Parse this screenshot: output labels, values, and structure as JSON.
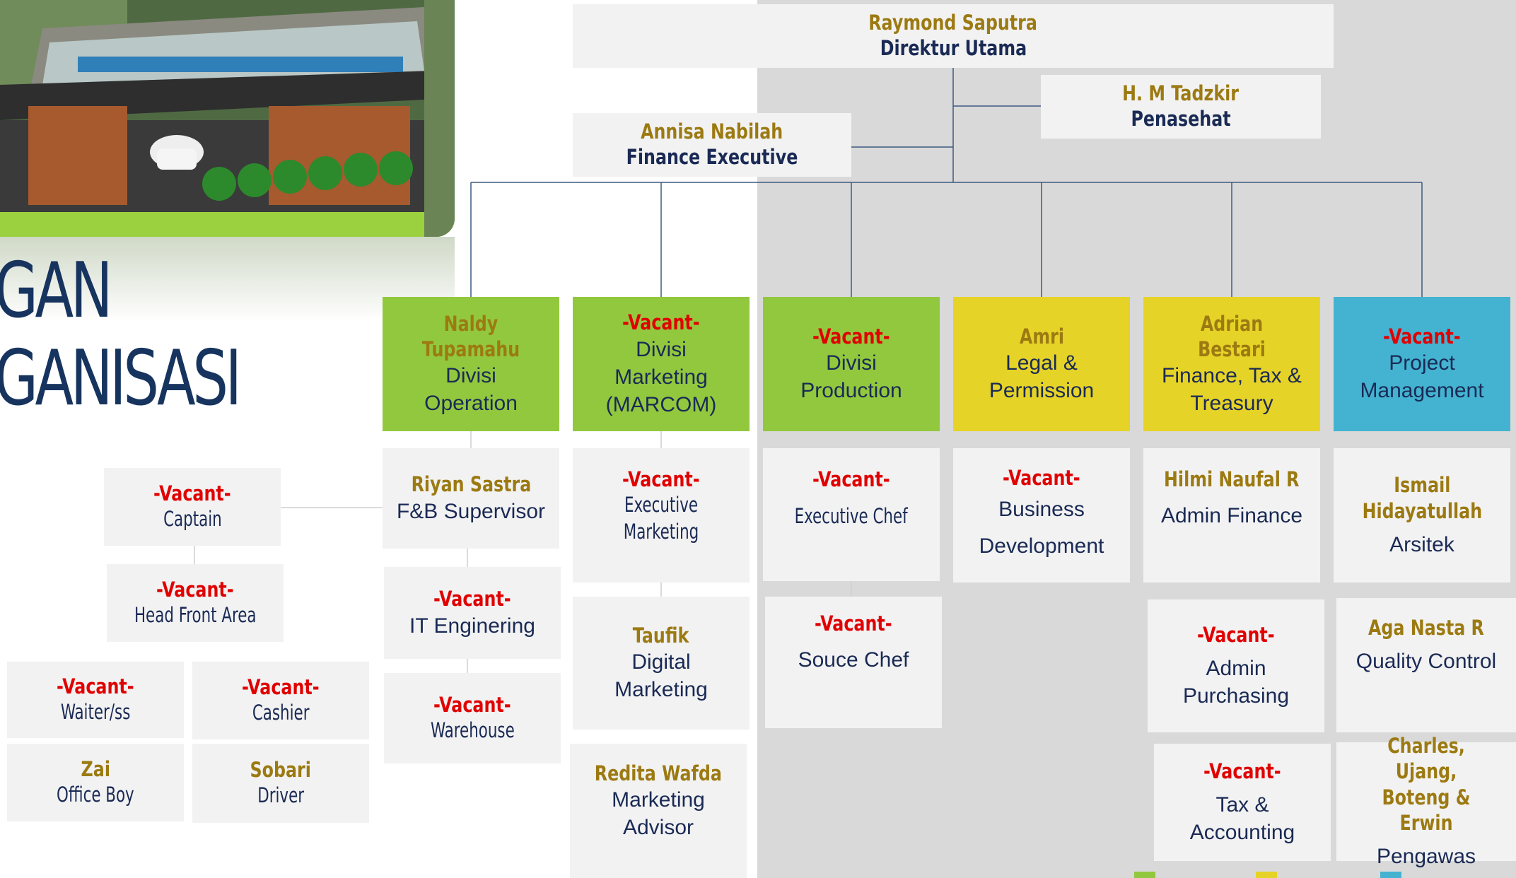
{
  "title": {
    "line1": "GAN",
    "line2": "GANISASI"
  },
  "chart": {
    "top": {
      "name": "Raymond Saputra",
      "role": "Direktur Utama"
    },
    "advisor": {
      "name": "H. M Tadzkir",
      "role": "Penasehat"
    },
    "finance_exec": {
      "name": "Annisa Nabilah",
      "role": "Finance Executive"
    },
    "divisions": [
      {
        "name": "Naldy Tupamahu",
        "role": "Divisi\nOperation",
        "color": "#92c83e"
      },
      {
        "name": "-Vacant-",
        "role": "Divisi\nMarketing\n(MARCOM)",
        "color": "#92c83e"
      },
      {
        "name": "-Vacant-",
        "role": "Divisi\nProduction",
        "color": "#92c83e"
      },
      {
        "name": "Amri",
        "role": "Legal &\nPermission",
        "color": "#e6d327"
      },
      {
        "name": "Adrian Bestari",
        "role": "Finance, Tax &\nTreasury",
        "color": "#e6d327"
      },
      {
        "name": "-Vacant-",
        "role": "Project\nManagement",
        "color": "#43b3d1"
      }
    ],
    "operation": [
      {
        "name": "Riyan Sastra",
        "role": "F&B Supervisor"
      },
      {
        "name": "-Vacant-",
        "role": "IT Enginering"
      },
      {
        "name": "-Vacant-",
        "role": "Warehouse"
      }
    ],
    "staff": {
      "captain": {
        "name": "-Vacant-",
        "role": "Captain"
      },
      "head_front": {
        "name": "-Vacant-",
        "role": "Head Front Area"
      },
      "waiter": {
        "name": "-Vacant-",
        "role": "Waiter/ss"
      },
      "cashier": {
        "name": "-Vacant-",
        "role": "Cashier"
      },
      "office_boy": {
        "name": "Zai",
        "role": "Office Boy"
      },
      "driver": {
        "name": "Sobari",
        "role": "Driver"
      }
    },
    "marketing": [
      {
        "name": "-Vacant-",
        "role": "Executive Marketing"
      },
      {
        "name": "Taufik",
        "role": "Digital\nMarketing"
      },
      {
        "name": "Redita Wafda",
        "role": "Marketing\nAdvisor"
      }
    ],
    "production": [
      {
        "name": "-Vacant-",
        "role": "Executive Chef"
      },
      {
        "name": "-Vacant-",
        "role": "Souce Chef"
      }
    ],
    "legal": [
      {
        "name": "-Vacant-",
        "role": "Business\nDevelopment"
      }
    ],
    "finance": [
      {
        "name": "Hilmi Naufal R",
        "role": "Admin Finance"
      },
      {
        "name": "-Vacant-",
        "role": "Admin\nPurchasing"
      },
      {
        "name": "-Vacant-",
        "role": "Tax &\nAccounting"
      }
    ],
    "project": [
      {
        "name": "Ismail\nHidayatullah",
        "role": "Arsitek"
      },
      {
        "name": "Aga Nasta R",
        "role": "Quality Control"
      },
      {
        "name": "Charles, Ujang,\nBoteng & Erwin",
        "role": "Pengawas"
      }
    ]
  },
  "legend_colors": [
    "#92c83e",
    "#e6d327",
    "#43b3d1"
  ]
}
